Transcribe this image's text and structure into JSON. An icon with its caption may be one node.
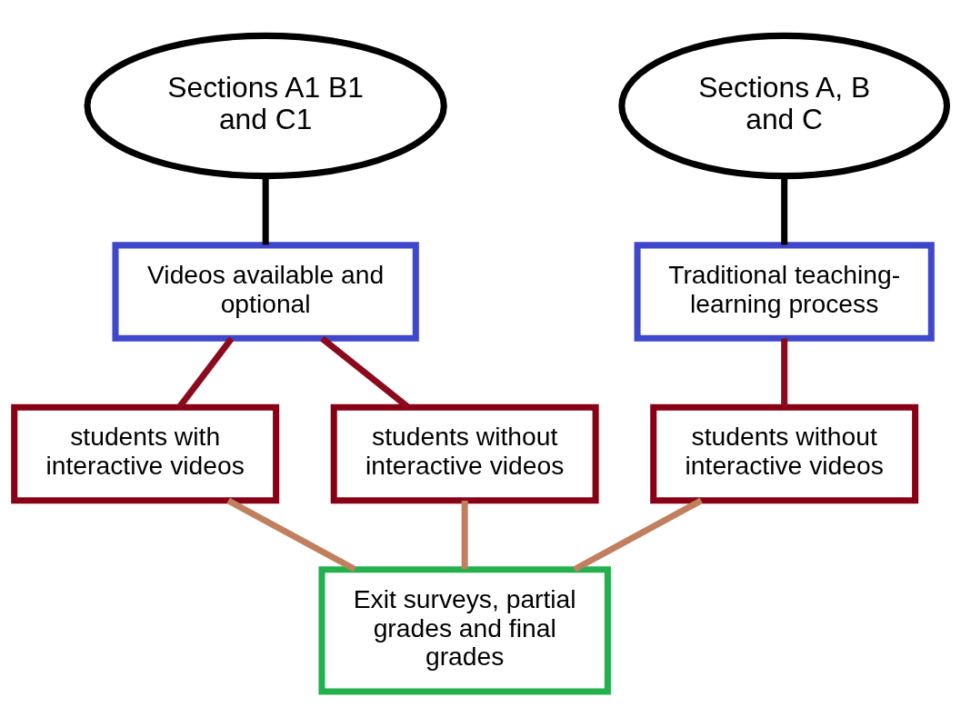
{
  "diagram": {
    "nodes": [
      {
        "text": [
          "Sections A1 B1 and C1"
        ]
      },
      {
        "text": [
          "Sections A, B and C"
        ]
      },
      {
        "text": [
          "Videos available and optional"
        ]
      },
      {
        "text": [
          "students with interactive videos"
        ]
      },
      {
        "text": [
          "students without interactive videos"
        ]
      },
      {
        "text": [
          "Traditional teaching-learning process"
        ]
      },
      {
        "text": [
          "students without interactive videos"
        ]
      },
      {
        "text": [
          "Exit surveys, partial grades and final grades"
        ]
      }
    ],
    "edges": [
      {
        "from": 0,
        "to": 2,
        "arrow": "none",
        "color": "#000000"
      },
      {
        "from": 2,
        "to": 3,
        "arrow": "none",
        "color": "#8b0a1e"
      },
      {
        "from": 2,
        "to": 4,
        "arrow": "none",
        "color": "#8b0a1e"
      },
      {
        "from": 1,
        "to": 5,
        "arrow": "none",
        "color": "#000000"
      },
      {
        "from": 5,
        "to": 6,
        "arrow": "none",
        "color": "#8b0a1e"
      },
      {
        "from": 3,
        "to": 7,
        "arrow": "none",
        "color": "#c08060"
      },
      {
        "from": 4,
        "to": 7,
        "arrow": "none",
        "color": "#c08060"
      },
      {
        "from": 6,
        "to": 7,
        "arrow": "none",
        "color": "#c08060"
      }
    ]
  }
}
